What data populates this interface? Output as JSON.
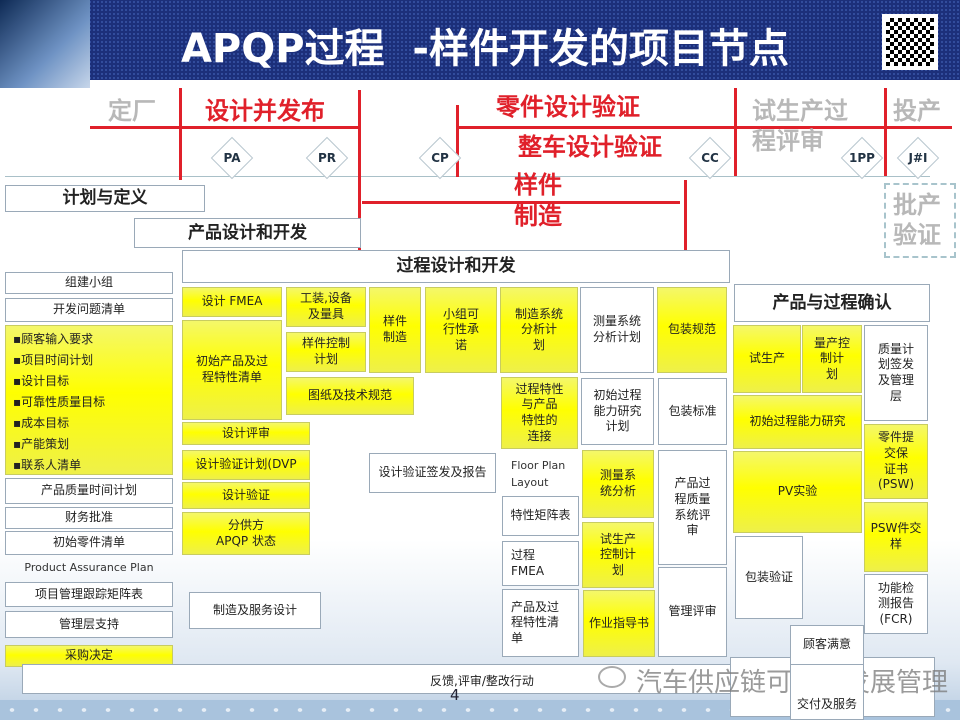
{
  "header": {
    "title": "APQP过程  -样件开发的项目节点"
  },
  "phases": {
    "dingchang": "定厂",
    "sheji": "设计并发布",
    "lingjian": "零件设计验证",
    "zhengche": "整车设计验证",
    "shisheng": "试生产过\n程评审",
    "touchan": "投产",
    "yangjian": "样件\n制造",
    "pichan": "批产\n验证"
  },
  "milestones": [
    "PA",
    "PR",
    "CP",
    "CC",
    "1PP",
    "J#I"
  ],
  "stages": {
    "plan": "计划与定义",
    "product": "产品设计和开发",
    "process": "过程设计和开发",
    "validation": "产品与过程确认"
  },
  "left": {
    "team": "组建小组",
    "issues": "开发问题清单",
    "list": [
      "顾客输入要求",
      "项目时间计划",
      "设计目标",
      "可靠性质量目标",
      "成本目标",
      "产能策划",
      "联系人清单"
    ],
    "timeplan": "产品质量时间计划",
    "finance": "财务批准",
    "parts": "初始零件清单",
    "pap": "Product Assurance  Plan",
    "matrix": "项目管理跟踪矩阵表",
    "mgmt": "管理层支持",
    "purchase": "采购决定"
  },
  "col2": {
    "dfmea": "设计 FMEA",
    "initial": "初始产品及过\n程特性清单",
    "review": "设计评审",
    "dvp": "设计验证计划(DVP",
    "verify": "设计验证",
    "supplier": "分供方\nAPQP 状态",
    "mfg": "制造及服务设计"
  },
  "col3": {
    "tooling": "工装,设备\n及量具",
    "proto_cp": "样件控制\n计划",
    "drawing": "图纸及技术规范",
    "proto": "样件\n制造",
    "feas": "小组可\n行性承\n诺",
    "signoff": "设计验证签发及报告"
  },
  "col4": {
    "msa": "制造系统\n分析计\n划",
    "link": "过程特性\n与产品\n特性的\n连接",
    "floor": "Floor Plan\nLayout",
    "matrix": "特性矩阵表",
    "pfmea": "过程\nFMEA",
    "list": "产品及过\n程特性清\n单"
  },
  "col5": {
    "msaplan": "测量系统\n分析计划",
    "cap": "初始过程\n能力研究\n计划",
    "msa": "测量系\n统分析",
    "pcp": "试生产\n控制计\n划",
    "wi": "作业指导书"
  },
  "col6": {
    "packspec": "包装规范",
    "packstd": "包装标准",
    "qsr": "产品过\n程质量\n系统评\n审",
    "mr": "管理评审"
  },
  "right": {
    "trial": "试生产",
    "prodcp": "量产控\n制计\n划",
    "qp": "质量计\n划签发\n及管理\n层",
    "cap": "初始过程能力研究",
    "pv": "PV实验",
    "psw": "零件提\n交保\n证书\n(PSW)",
    "pswsample": "PSW件交样",
    "packval": "包装验证",
    "fcr": "功能检\n测报告\n(FCR)",
    "satisfaction": "顾客满意",
    "delivery": "交付及服务"
  },
  "footer": {
    "feedback": "反馈,评审/整改行动",
    "page": "4",
    "watermark": "汽车供应链可持续发展管理"
  },
  "colors": {
    "accent": "#e0202a",
    "header": "#1c2f7a",
    "highlight": "#ffff00"
  }
}
